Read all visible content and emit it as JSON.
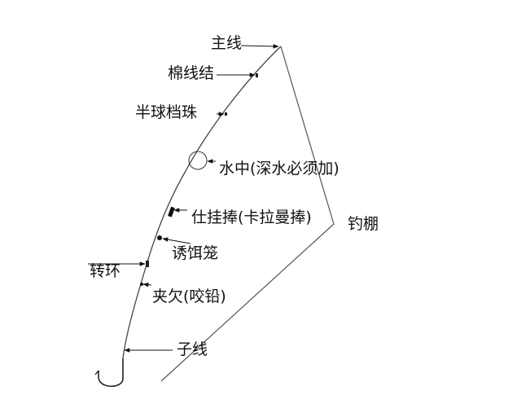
{
  "labels": {
    "main_line": "主线",
    "cotton_knot": "棉线结",
    "half_bead": "半球档珠",
    "float_bobber": "水中(深水必须加)",
    "bobber_stick": "仕挂捧(卡拉曼捧)",
    "bait_cage": "诱饵笼",
    "swivel": "转环",
    "split_shot": "夹欠(咬铅)",
    "leader": "子线",
    "rod": "钓棚"
  },
  "colors": {
    "line": "#444444",
    "arrow": "#111111",
    "text": "#111111"
  }
}
